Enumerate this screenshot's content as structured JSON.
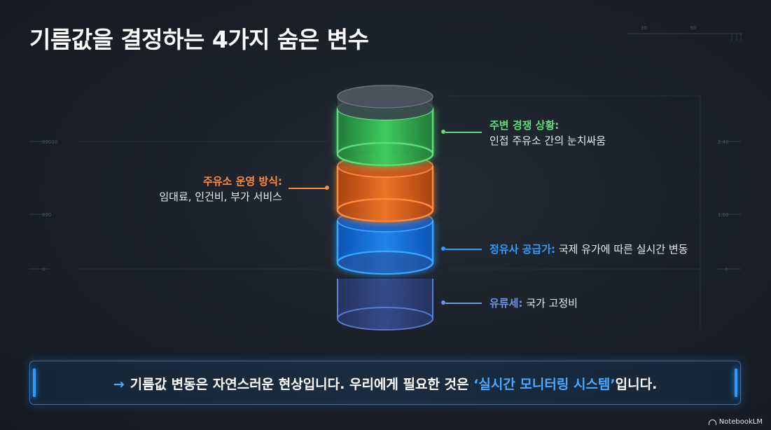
{
  "slide": {
    "title": "기름값을 결정하는 4가지 숨은 변수"
  },
  "layers": [
    {
      "head": "주변 경쟁 상황:",
      "sub": "인접 주유소 간의 눈치싸움",
      "color": "#5fdc7a"
    },
    {
      "head": "주유소 운영 방식:",
      "sub": "임대료, 인건비, 부가 서비스",
      "color": "#ff8a3a"
    },
    {
      "head": "정유사 공급가:",
      "sub": "국제 유가에 따른 실시간 변동",
      "color": "#2f9bff"
    },
    {
      "head": "유류세:",
      "sub": "국가 고정비",
      "color": "#6d93e6"
    }
  ],
  "banner": {
    "arrow": "→",
    "text_before": "기름값 변동은 자연스러운 현상입니다. 우리에게 필요한 것은",
    "highlight": "‘실시간 모니터링 시스템’",
    "text_after": "입니다."
  },
  "deco_axis": {
    "left_ticks": [
      "00000",
      "800",
      "0"
    ],
    "right_ticks": [
      "2.40",
      "1.60",
      "0"
    ],
    "top_ticks": [
      "30",
      "90"
    ]
  },
  "logo": {
    "name": "NotebookLM"
  }
}
